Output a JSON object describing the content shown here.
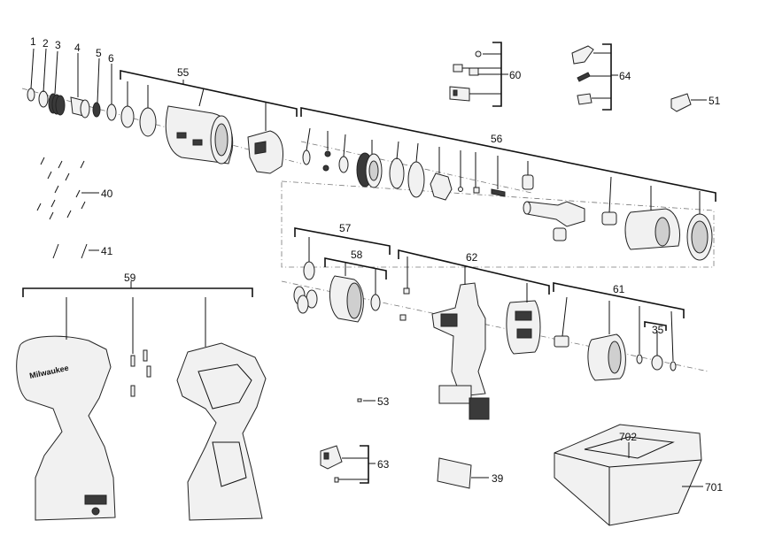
{
  "diagram": {
    "type": "exploded-parts-diagram",
    "callouts": [
      {
        "id": "c1",
        "text": "1"
      },
      {
        "id": "c2",
        "text": "2"
      },
      {
        "id": "c3",
        "text": "3"
      },
      {
        "id": "c4",
        "text": "4"
      },
      {
        "id": "c5",
        "text": "5"
      },
      {
        "id": "c6",
        "text": "6"
      },
      {
        "id": "c55",
        "text": "55"
      },
      {
        "id": "c60",
        "text": "60"
      },
      {
        "id": "c64",
        "text": "64"
      },
      {
        "id": "c51",
        "text": "51"
      },
      {
        "id": "c56",
        "text": "56"
      },
      {
        "id": "c40",
        "text": "40"
      },
      {
        "id": "c41",
        "text": "41"
      },
      {
        "id": "c57",
        "text": "57"
      },
      {
        "id": "c58",
        "text": "58"
      },
      {
        "id": "c62",
        "text": "62"
      },
      {
        "id": "c59",
        "text": "59"
      },
      {
        "id": "c61",
        "text": "61"
      },
      {
        "id": "c35",
        "text": "35"
      },
      {
        "id": "c53",
        "text": "53"
      },
      {
        "id": "c63",
        "text": "63"
      },
      {
        "id": "c39",
        "text": "39"
      },
      {
        "id": "c702",
        "text": "702"
      },
      {
        "id": "c701",
        "text": "701"
      }
    ],
    "housing_brand": "Milwaukee",
    "colors": {
      "line": "#111111",
      "part_fill": "#f1f1f1",
      "dark_fill": "#3a3a3a"
    }
  }
}
